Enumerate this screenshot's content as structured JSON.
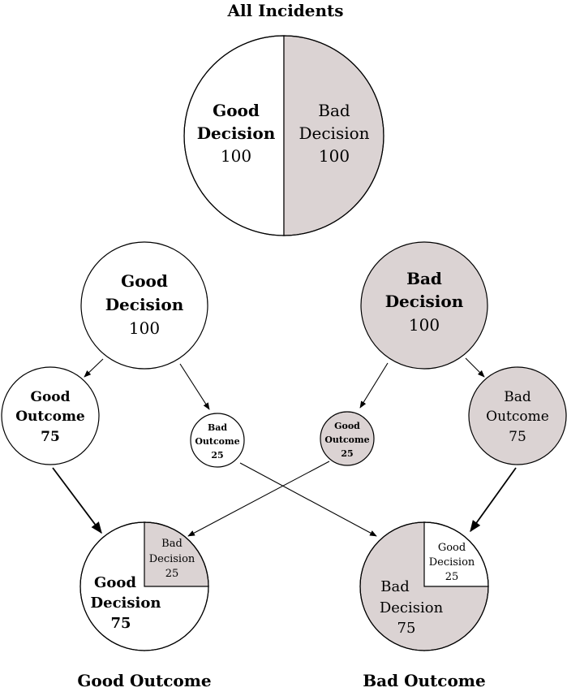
{
  "colors": {
    "good": "#ffffff",
    "bad": "#dbd3d3",
    "stroke": "#000000"
  },
  "top": {
    "title": "All Incidents",
    "good": {
      "line1": "Good",
      "line2": "Decision",
      "value": "100"
    },
    "bad": {
      "line1": "Bad",
      "line2": "Decision",
      "value": "100"
    }
  },
  "mid_left": {
    "line1": "Good",
    "line2": "Decision",
    "value": "100"
  },
  "mid_right": {
    "line1": "Bad",
    "line2": "Decision",
    "value": "100"
  },
  "split": {
    "good_good": {
      "line1": "Good",
      "line2": "Outcome",
      "value": "75"
    },
    "good_bad": {
      "line1": "Bad",
      "line2": "Outcome",
      "value": "25"
    },
    "bad_good": {
      "line1": "Good",
      "line2": "Outcome",
      "value": "25"
    },
    "bad_bad": {
      "line1": "Bad",
      "line2": "Outcome",
      "value": "75"
    }
  },
  "result_left": {
    "title": "Good Outcome",
    "main": {
      "line1": "Good",
      "line2": "Decision",
      "value": "75"
    },
    "slice": {
      "line1": "Bad",
      "line2": "Decision",
      "value": "25"
    }
  },
  "result_right": {
    "title": "Bad Outcome",
    "main": {
      "line1": "Bad",
      "line2": "Decision",
      "value": "75"
    },
    "slice": {
      "line1": "Good",
      "line2": "Decision",
      "value": "25"
    }
  }
}
